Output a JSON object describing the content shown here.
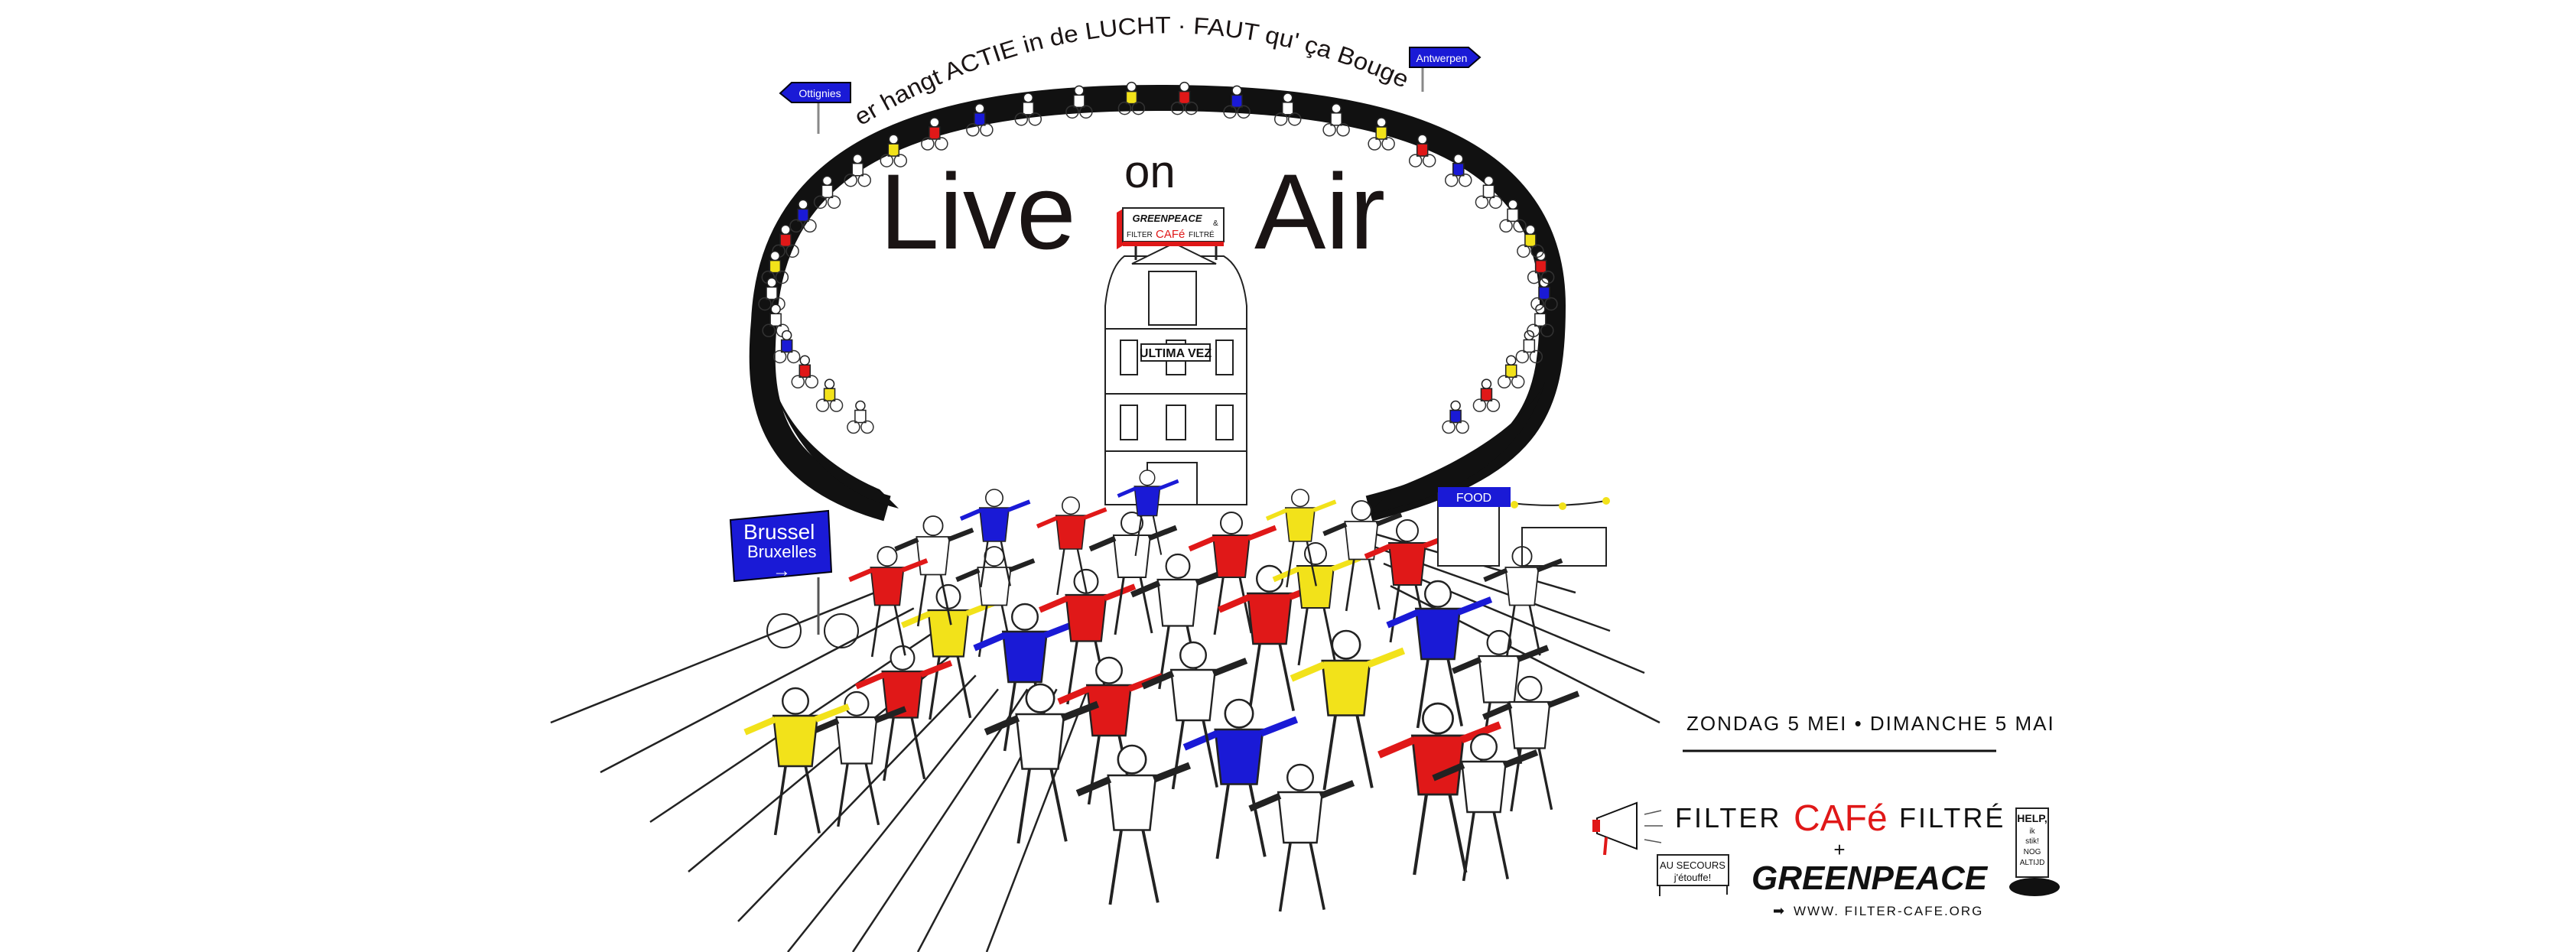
{
  "poster": {
    "tagline": "er hangt ACTIE in de LUCHT · FAUT qu' ça Bouge",
    "title_live": "Live",
    "title_on": "on",
    "title_air": "Air",
    "billboard": {
      "line1": "GREENPEACE",
      "amp": "&",
      "filter": "FILTER",
      "cafe": "CAFé",
      "filtre": "FILTRÉ"
    },
    "building_sign": "ULTIMA VEZ",
    "signs": {
      "left": "Ottignies",
      "right": "Antwerpen",
      "brussel": "Brussel",
      "bruxelles": "Bruxelles",
      "arrow": "→",
      "food": "FOOD"
    },
    "date": "ZONDAG 5 MEI  •  DIMANCHE 5 MAI",
    "logo": {
      "filter": "FILTER",
      "cafe": "CAFé",
      "filtre": "FILTRÉ",
      "plus": "+",
      "greenpeace": "GREENPEACE"
    },
    "url_arrow": "➡",
    "url": "WWW. FILTER-CAFE.ORG",
    "au_secours": {
      "line1": "AU SECOURS",
      "line2": "j'étouffe!"
    },
    "help": {
      "line1": "HELP,",
      "line2": "ik",
      "line3": "stik!",
      "line4": "NOG",
      "line5": "ALTIJD"
    }
  },
  "colors": {
    "blue": "#1a1ad6",
    "red": "#e01818",
    "yellow": "#f2e21a",
    "ink": "#1a1414"
  }
}
